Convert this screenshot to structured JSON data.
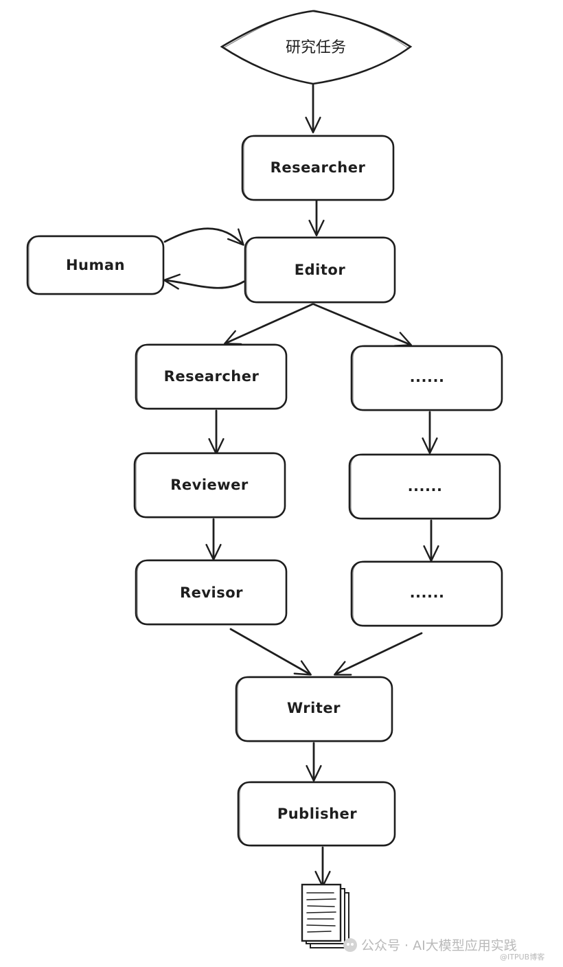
{
  "diagram": {
    "start": "研究任务",
    "researcher_top": "Researcher",
    "human": "Human",
    "editor": "Editor",
    "left_branch": {
      "researcher": "Researcher",
      "reviewer": "Reviewer",
      "revisor": "Revisor"
    },
    "right_branch": {
      "step1": "......",
      "step2": "......",
      "step3": "......"
    },
    "writer": "Writer",
    "publisher": "Publisher",
    "output_icon": "document-stack-icon"
  },
  "watermark": {
    "main": "公众号 · AI大模型应用实践",
    "sub": "@ITPUB博客",
    "icon": "wechat-icon"
  }
}
